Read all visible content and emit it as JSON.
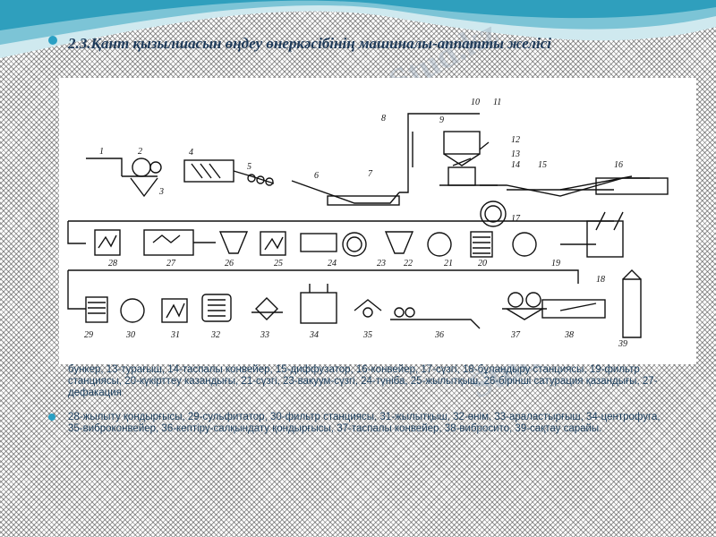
{
  "slide": {
    "title": "2.3.Қант қызылшасын өңдеу өнеркәсібінің машиналы-аппатты желісі",
    "caption_1": "бункер, 13-турағыш, 14-таспалы конвейер, 15-диффузатор, 16-конвейер, 17-сүзгі, 18-бұландыру станциясы, 19-фильтр станциясы, 20-күкірттеу казандығы, 21-сүзгі, 23-вакуум-сүзгі, 24-түніба, 25-жылытқыш, 26-бірінші сатурация қазандығы, 27-дефакация",
    "caption_2": "28-жылыту қондырғысы, 29-сульфитатор, 30-фильтр станциясы, 31-жылытқыш, 32-өнім, 33-араластырғыш, 34-центрофуга, 35-виброконвейер, 36-кептіру-салқындату қондырғысы, 37-таспалы конвейер, 38-вибросито, 39-сақтау сарайы.",
    "watermark": "Stud.kz"
  },
  "diagram": {
    "labels": [
      "1",
      "2",
      "3",
      "4",
      "5",
      "6",
      "7",
      "8",
      "9",
      "10",
      "11",
      "12",
      "13",
      "14",
      "15",
      "16",
      "17",
      "18",
      "19",
      "20",
      "21",
      "22",
      "23",
      "24",
      "25",
      "26",
      "27",
      "28",
      "29",
      "30",
      "31",
      "32",
      "33",
      "34",
      "35",
      "36",
      "37",
      "38",
      "39"
    ]
  },
  "colors": {
    "accent": "#2aa0c4",
    "title": "#1f3b5a",
    "caption": "#1c3f5e"
  }
}
